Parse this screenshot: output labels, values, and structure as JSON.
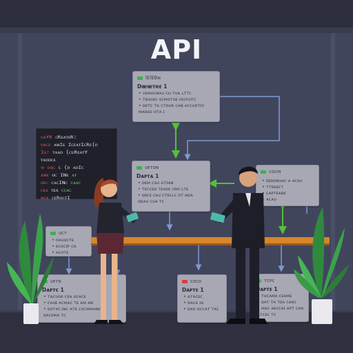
{
  "heading": "API",
  "colors": {
    "wall": "#41455c",
    "floor": "#2e3040",
    "card": "#a7a8b3",
    "arrow_green": "#52c23a",
    "arrow_blue": "#7e9bd2",
    "desk": "#d6862e",
    "code_bg": "#1f2029",
    "status_green": "#3ab34a",
    "status_red": "#d84040"
  },
  "cards": {
    "top": {
      "header": "ᥣEᥣEBɴ",
      "label": "Dᴂᴂᴛʜᴇ 1",
      "lines": [
        "• ᴜᴇᴍᴏᴄᴎᴀᴜ ᴄʜ ᴛᴜᴀ ʟᴛᴛɪ",
        "• ᴛᴅᴀᴜᴇᴄ ᴇᴄᴍᴏᴛᴜᴇ ᴄᴇᴄᴘᴜᴛᴄ",
        "• ᴅᴇᴛᴄ ᴛᴀ ᴄᴛᴏᴜʀ ᴄᴀɴ ᴀᴄᴄᴜʀᴛɪʏ",
        "ᴍᴀʀᴇᴅ ᴏᴛᴀ ɪ"
      ]
    },
    "middle": {
      "header": "ᴜᴇᴛᴅɴ",
      "label": "Dᴀᴘᴛᴀ 1",
      "lines": [
        "• ᴅᴇᴍ ᴄᴀᴜ ɢᴛɪᴀɴ",
        "• ᴛᴇᴄᴄᴇᴅ ᴛᴇᴀᴅᴇ ᴄɴᴏ ʟᴛᴇ",
        "• ᴅᴇᴄᴇ ᴄᴀᴜ ᴄᴛᴇᴄʟᴄ ᴏᴛ ɴᴅᴀ",
        "ᴅᴅᴀᴜ ᴄᴜᴀ ᴛᴄ"
      ]
    },
    "right": {
      "header": "ᴄᴏᴄᴍ",
      "label": "",
      "lines": [
        "• ᴅᴇᴍɪɴᴜᴀᴄ ᴀ ᴀᴄᴀᴜ",
        "• ᴛᴛᴇᴅᴇᴄᴛ",
        "• ᴄᴀᴘᴛᴇᴀᴅᴇ",
        "• ᴀᴄᴀᴜ"
      ]
    },
    "left": {
      "header": "ᴜᴄᴛ",
      "label": "",
      "lines": [
        "• ᴏᴀᴜᴏᴄᴛᴇ",
        "• ᴇᴄᴏᴄɪᴘ ᴄᴀ",
        "• ᴀᴄᴏᴛᴇ"
      ]
    },
    "bottom_left": {
      "header": "ᴜᴇᴛʀ",
      "label": "Dᴀᴘᴛᴄ 1",
      "lines": [
        "• ᴛᴀᴄᴜᴏʀ ᴄᴇᴀ ᴏᴄᴀᴄᴇ",
        "• ᴄᴀᴜᴇ ᴀᴄᴍᴀᴄ ᴛᴇ ᴀᴍ ᴀɴ",
        "• ᴅᴏᴛᴀɪ ɪɴᴄ ᴀᴛᴇ ᴄᴏᴄᴍᴍᴀɴᴄᴇ",
        "ᴅᴀᴄᴇᴍᴀ ᴛᴄ"
      ]
    },
    "bottom_center": {
      "header": "ᴄᴅᴄᴅ",
      "label": "Dᴀᴘᴛᴇ 1",
      "lines": [
        "• ᴀᴛᴀᴄᴇᴄ",
        "• ᴅᴀᴄᴀ ɪᴀ",
        "• ᴅᴀᴏ ᴏᴄᴄᴀᴛ ᴛᴀɪ"
      ]
    },
    "bottom_right": {
      "header": "ᴛᴄᴘᴄ",
      "label": "Dᴀᴘᴛᴇ 1",
      "lines": [
        "• ᴛᴜᴄᴀᴍᴀ ᴄᴇᴀᴍᴇ",
        "• ᴅᴀᴛ ᴛᴀ ᴛᴇᴀ ᴄᴀʀᴄ",
        "• ᴍᴀᴄ ᴀᴇᴄᴄᴀɪ ᴀᴘᴛ ᴄᴀʀ",
        "ᴀᴛᴄᴇᴄ ᴛᴄ"
      ]
    }
  },
  "code_lines": [
    {
      "k": "ᴜᴀʏʀ",
      "t": "ᴄʀᴇᴀᴛᴇʀ:"
    },
    {
      "k": "ᴏᴀᴄᴇ",
      "t": "ᴀᴍɪᴇ ɪᴄᴇᴀᴛɪᴄʀᴇ(ᴅ"
    },
    {
      "k": "ɪᴏ:",
      "t": "ᴛᴀᴀᴅ (ᴄᴜʀᴇᴀᴛʏ"
    },
    {
      "k": "",
      "t": "ᴛᴀᴅᴅᴄᴇ"
    },
    {
      "k": "ᴡ ᴅᴀᴄ",
      "t": "ᴄ (ᴅ ᴀᴅɪᴄ"
    },
    {
      "k": "ᴀᴍᴇ",
      "t": "ᴏᴄ ɪɴᴇ",
      "g": "ᴀᴛ"
    },
    {
      "k": "ᴅᴇᴄ",
      "t": "ᴄᴀᴄɪɴᴄ",
      "g": "ᴄᴀᴀᴄ"
    },
    {
      "k": "ᴄᴇᴀ",
      "t": "ᴛᴇᴀ",
      "g": "ᴄᴄᴀᴄ"
    },
    {
      "k": "ᴍᴄᴇ",
      "t": "ᴄᴇʀᴏᴄᴛɪ"
    }
  ]
}
